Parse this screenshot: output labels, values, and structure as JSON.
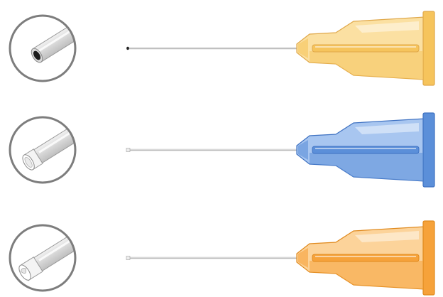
{
  "needles": [
    {
      "id": "needle-1",
      "tip": "blunt-dark-bore",
      "hub_color": "#f6c45c",
      "hub_light": "#fbe0a2",
      "hub_dark": "#e0a84a"
    },
    {
      "id": "needle-2",
      "tip": "blunt-open-bore",
      "hub_color": "#5b8fd9",
      "hub_light": "#a8c6f0",
      "hub_dark": "#3f72c2"
    },
    {
      "id": "needle-3",
      "tip": "blunt-bevel-bore",
      "hub_color": "#f6a23a",
      "hub_light": "#fcd39a",
      "hub_dark": "#e08a1e"
    }
  ],
  "colors": {
    "ring": "#7d7d7d",
    "shaft": "#b9b9b9",
    "shaft_light": "#e2e2e2"
  }
}
